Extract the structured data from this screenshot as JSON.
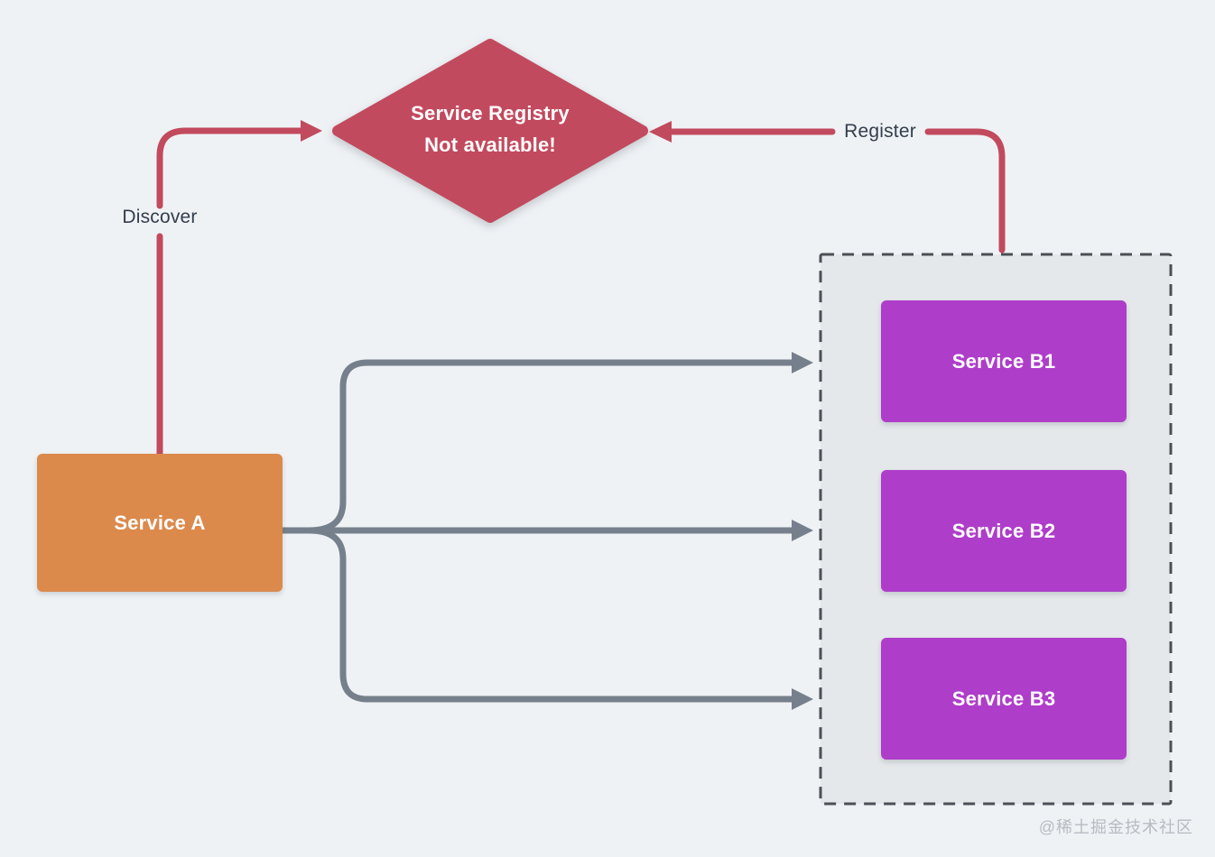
{
  "colors": {
    "background": "#eff2f5",
    "red": "#c24a5e",
    "orange": "#db8a4c",
    "purple": "#ae3ec9",
    "gray_line": "#76808c",
    "container_fill": "#e5e8eb",
    "container_border": "#4b5055",
    "label_text": "#333d4d",
    "node_text": "#ffffff",
    "watermark": "#b7bbc2"
  },
  "diagram": {
    "registry": {
      "line1": "Service Registry",
      "line2": "Not available!"
    },
    "labels": {
      "discover": "Discover",
      "register": "Register"
    },
    "service_a": "Service A",
    "services_b": [
      "Service B1",
      "Service B2",
      "Service B3"
    ],
    "watermark": "@稀土掘金技术社区"
  }
}
